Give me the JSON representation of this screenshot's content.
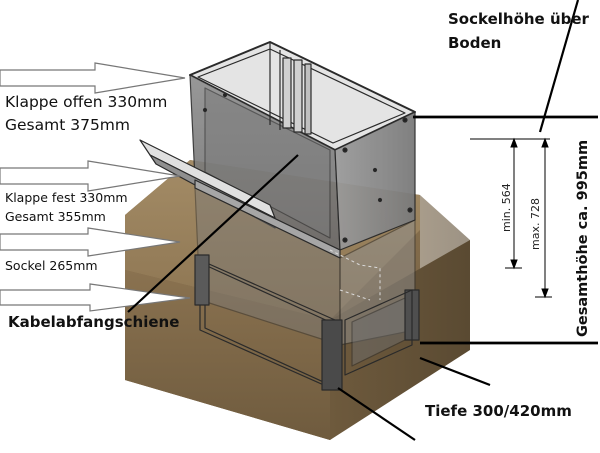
{
  "labels": {
    "klappe_offen": "Klappe offen 330mm",
    "gesamt_375": "Gesamt 375mm",
    "klappe_fest": "Klappe fest 330mm",
    "gesamt_355": "Gesamt 355mm",
    "sockel": "Sockel 265mm",
    "kabelabfangschiene": "Kabelabfangschiene",
    "sockelhoehe_line1": "Sockelhöhe über",
    "sockelhoehe_line2": "Boden",
    "min": "min. 564",
    "max": "max. 728",
    "gesamthoehe": "Gesamthöhe ca. 995mm",
    "tiefe": "Tiefe 300/420mm"
  },
  "colors": {
    "ground": "#8a7250",
    "ground_top": "#9c8460",
    "ground_dark": "#6e5a3d",
    "cabinet_line": "#2a2a2a",
    "arrow_fill": "#ffffff",
    "arrow_stroke": "#777777"
  }
}
